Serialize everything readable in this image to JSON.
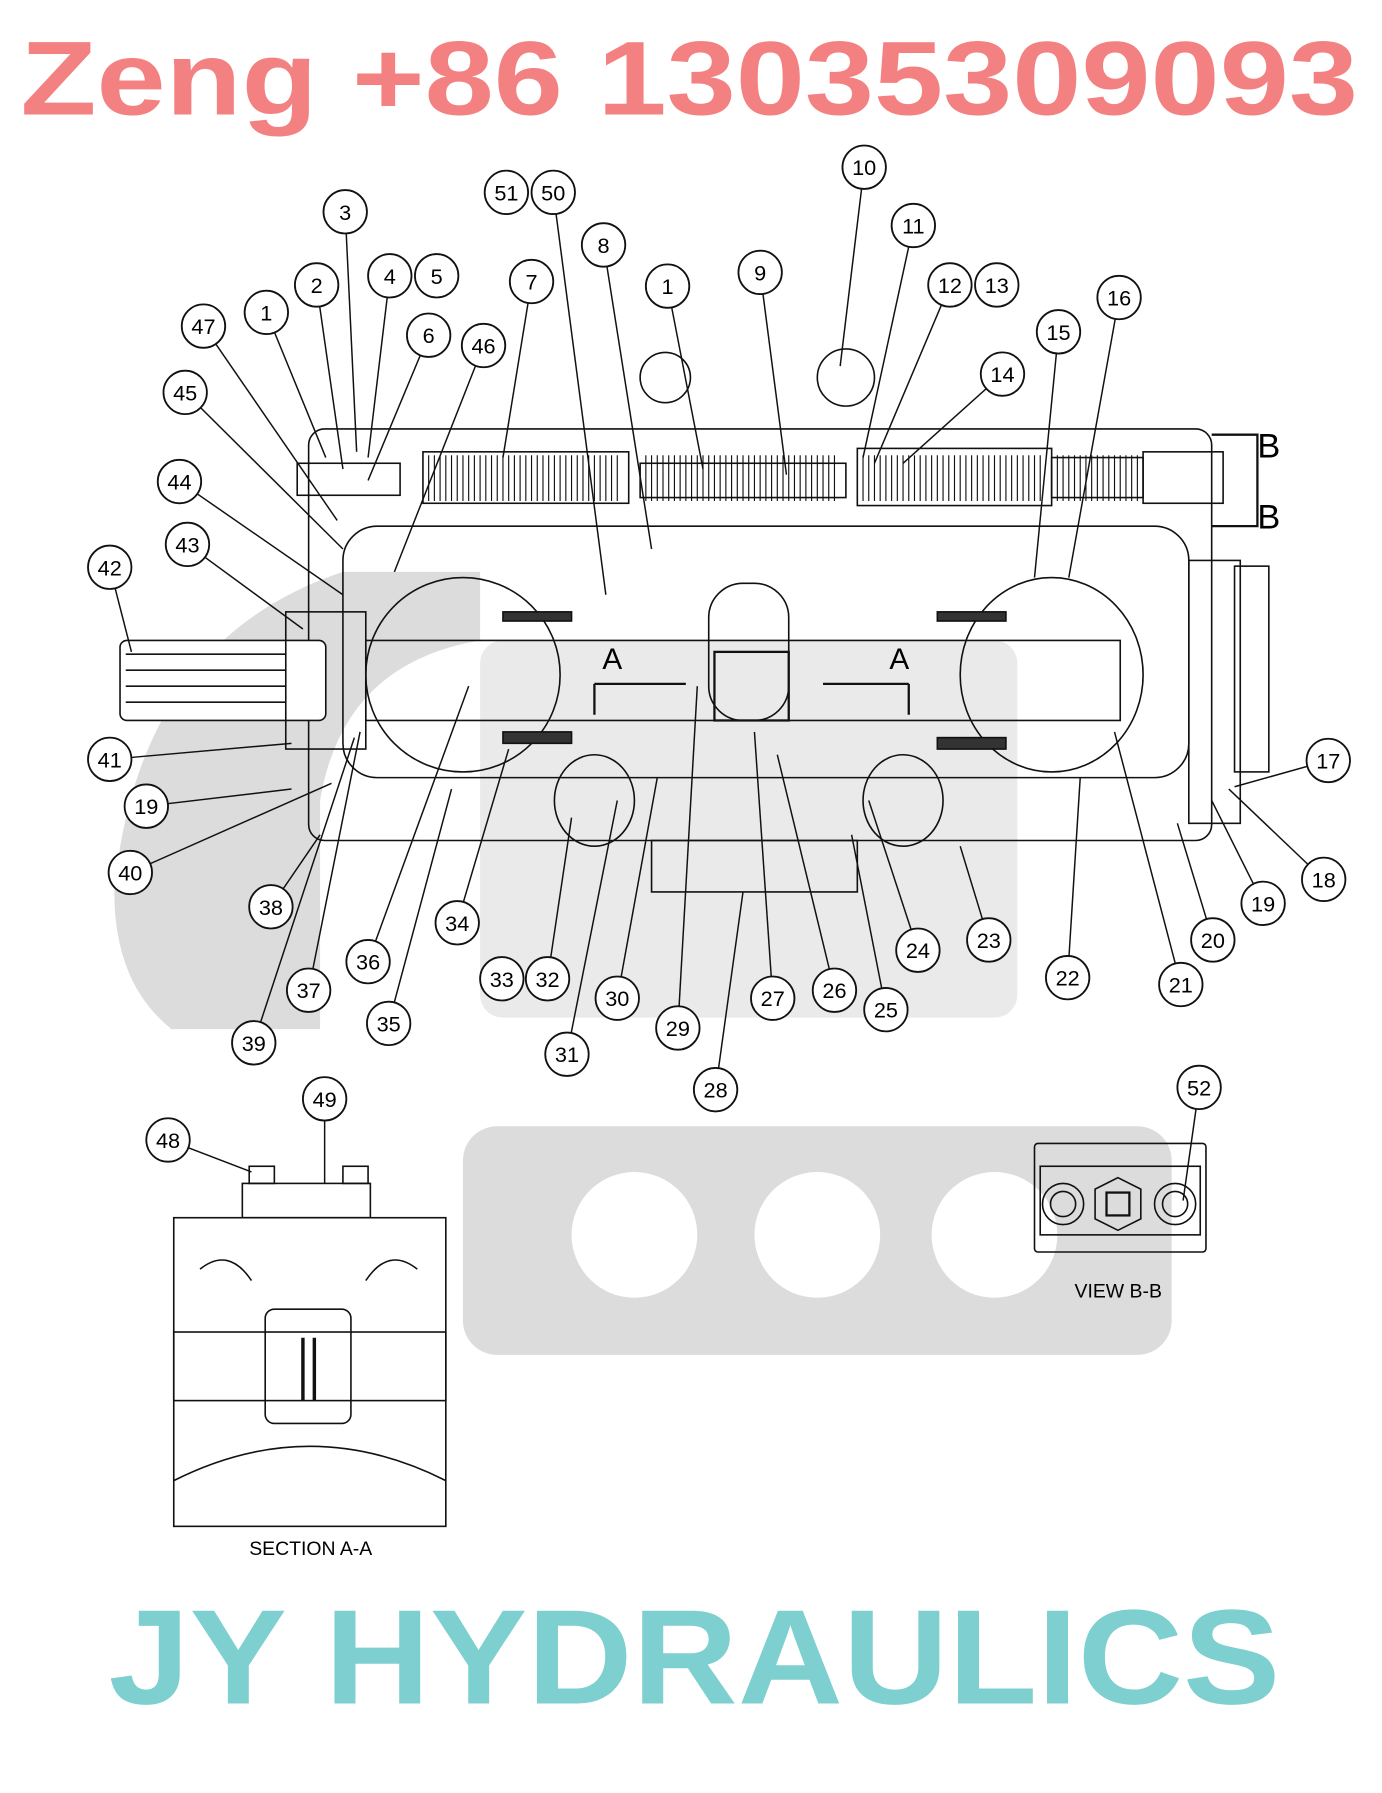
{
  "diagram": {
    "section_markers": {
      "a_left": "A",
      "a_right": "A",
      "b_top": "B",
      "b_bottom": "B"
    },
    "callouts": [
      "3",
      "2",
      "4",
      "5",
      "1",
      "47",
      "6",
      "46",
      "7",
      "51",
      "50",
      "8",
      "1",
      "9",
      "10",
      "11",
      "12",
      "13",
      "14",
      "15",
      "16",
      "45",
      "44",
      "43",
      "42",
      "41",
      "19",
      "40",
      "38",
      "37",
      "39",
      "36",
      "35",
      "34",
      "33",
      "32",
      "31",
      "30",
      "29",
      "28",
      "27",
      "26",
      "25",
      "24",
      "23",
      "22",
      "21",
      "20",
      "19",
      "18",
      "17",
      "48",
      "49",
      "52"
    ],
    "section_view_label": "SECTION A-A",
    "view_b_label": "VIEW B-B"
  },
  "watermark": {
    "contact": "Zeng +86 13035309093",
    "brand": "JY HYDRAULICS"
  },
  "colors": {
    "line": "#111111",
    "ghost_logo": "#d9d9d9",
    "watermark_red": "#f26b6b",
    "brand_teal": "#7ecfcf"
  }
}
